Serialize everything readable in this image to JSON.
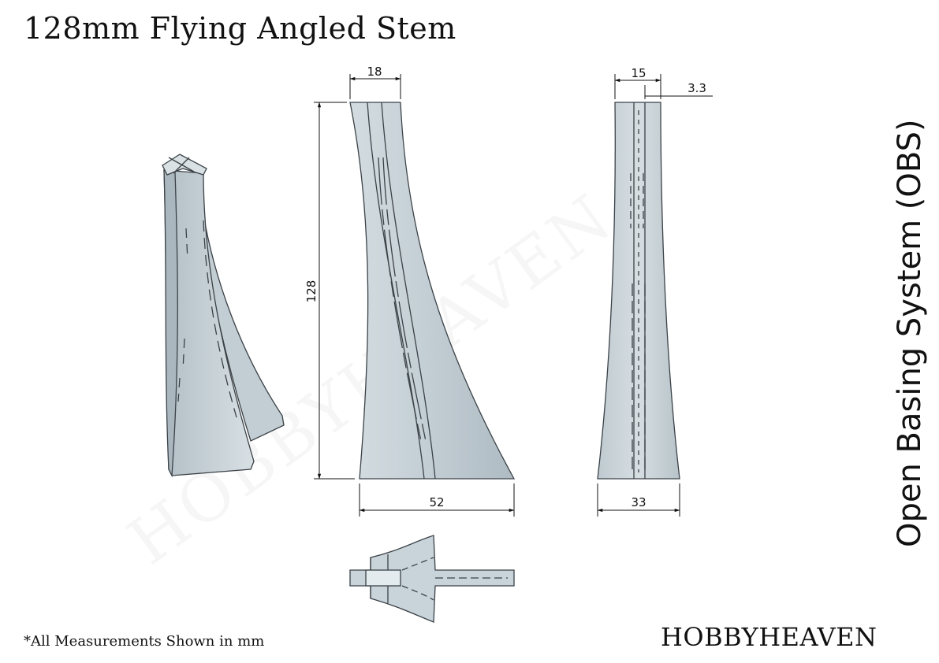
{
  "title": "128mm Flying Angled Stem",
  "side_title": "Open Basing System (OBS)",
  "footnote": "*All Measurements Shown in mm",
  "brand": "HOBBYHEAVEN",
  "watermark": "HOBBYHEAVEN",
  "dimensions": {
    "top_width_front": "18",
    "height": "128",
    "base_width_front": "52",
    "top_width_side": "15",
    "slot_width": "3.3",
    "base_width_side": "33"
  },
  "colors": {
    "part_fill": "#c9d4da",
    "part_shade": "#a9b6bd",
    "outline": "#3b4247"
  }
}
